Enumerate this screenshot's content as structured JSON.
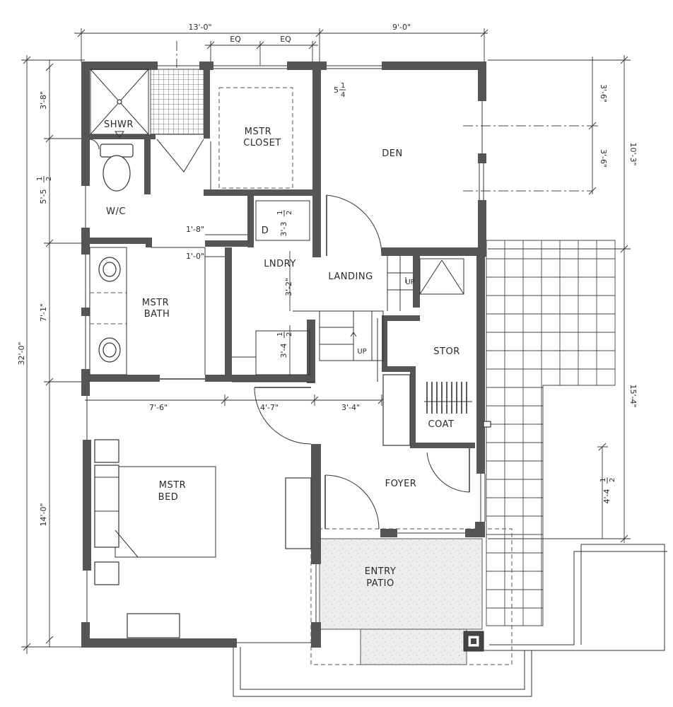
{
  "rooms": {
    "shower": "SHWR",
    "master_closet_line1": "MSTR",
    "master_closet_line2": "CLOSET",
    "den": "DEN",
    "wc": "W/C",
    "dryer": "D",
    "laundry": "LNDRY",
    "landing": "LANDING",
    "master_bath_line1": "MSTR",
    "master_bath_line2": "BATH",
    "storage": "STOR",
    "coat": "COAT",
    "master_bed_line1": "MSTR",
    "master_bed_line2": "BED",
    "foyer": "FOYER",
    "entry_patio_line1": "ENTRY",
    "entry_patio_line2": "PATIO"
  },
  "stair_labels": {
    "up_upper": "UP",
    "up_lower": "UP"
  },
  "dimensions": {
    "top_left_width": "13'-0\"",
    "top_right_width": "9'-0\"",
    "eq_left": "EQ",
    "eq_right": "EQ",
    "den_offset": "5",
    "den_offset_frac_num": "1",
    "den_offset_frac_den": "4",
    "overall_height": "32'-0\"",
    "left_shower": "3'-8\"",
    "left_wc": "5'-5",
    "left_wc_frac_num": "1",
    "left_wc_frac_den": "2",
    "left_bath": "7'-1\"",
    "left_bed": "14'-0\"",
    "closet_gap_a": "1'-8\"",
    "closet_gap_b": "1'-0\"",
    "laundry_upper": "3'-3",
    "laundry_upper_frac_num": "1",
    "laundry_upper_frac_den": "2",
    "laundry_mid": "3'-2\"",
    "laundry_lower": "3'-4",
    "laundry_lower_frac_num": "1",
    "laundry_lower_frac_den": "2",
    "bed_width": "7'-6\"",
    "door_gap": "4'-7\"",
    "stair_width": "3'-4\"",
    "right_den_a": "3'-6\"",
    "right_den_b": "3'-6\"",
    "right_den_total": "10'-3\"",
    "right_lower": "15'-4\"",
    "right_foyer": "4'-4",
    "right_foyer_frac_num": "1",
    "right_foyer_frac_den": "2"
  },
  "colors": {
    "wall_fill": "#555555",
    "line": "#333333",
    "paper": "#ffffff",
    "patio_fill": "#eeeeee"
  }
}
